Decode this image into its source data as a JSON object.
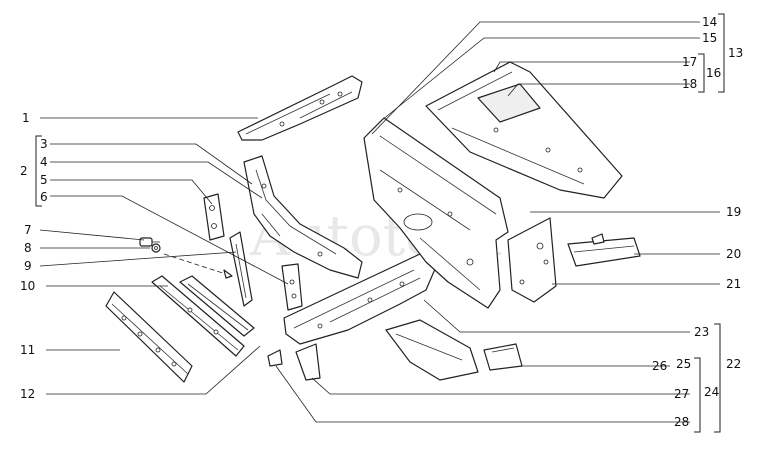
{
  "watermark": "Autotoxx",
  "callouts": {
    "c1": "1",
    "c2": "2",
    "c3": "3",
    "c4": "4",
    "c5": "5",
    "c6": "6",
    "c7": "7",
    "c8": "8",
    "c9": "9",
    "c10": "10",
    "c11": "11",
    "c12": "12",
    "c13": "13",
    "c14": "14",
    "c15": "15",
    "c16": "16",
    "c17": "17",
    "c18": "18",
    "c19": "19",
    "c20": "20",
    "c21": "21",
    "c22": "22",
    "c23": "23",
    "c24": "24",
    "c25": "25",
    "c26": "26",
    "c27": "27",
    "c28": "28"
  }
}
